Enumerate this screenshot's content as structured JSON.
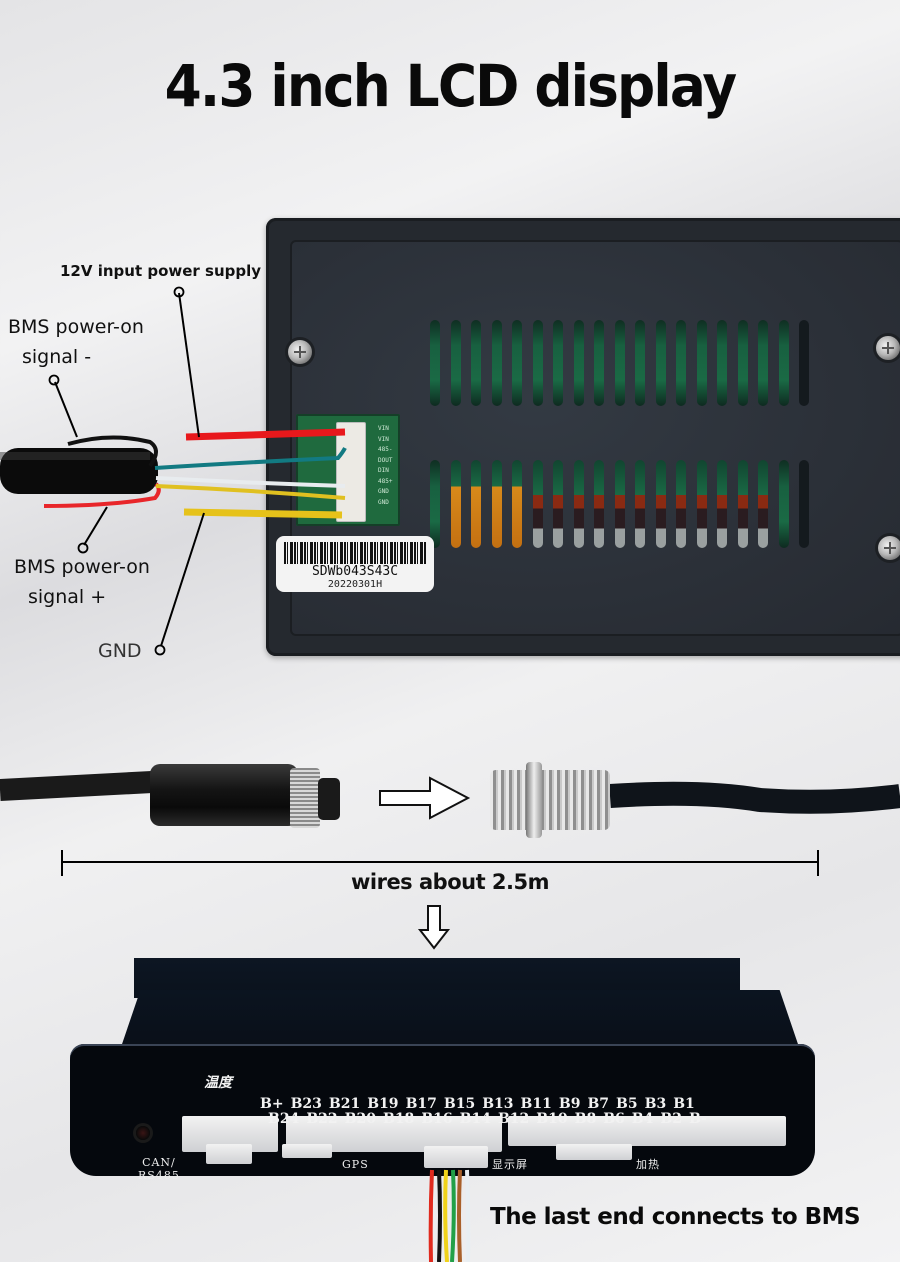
{
  "title": "4.3 inch LCD display",
  "callouts": {
    "power_supply": "12V input power supply",
    "bms_signal_minus_line1": "BMS power-on",
    "bms_signal_minus_line2": "signal -",
    "bms_signal_plus_line1": "BMS power-on",
    "bms_signal_plus_line2": "signal +",
    "gnd": "GND"
  },
  "lcd_device": {
    "connector_pins": [
      "VIN",
      "VIN",
      "485-",
      "DOUT",
      "DIN",
      "485+",
      "GND",
      "GND"
    ],
    "label_model": "SDWb043S43C",
    "label_date": "20220301H",
    "wire_colors": {
      "power": "#e8181c",
      "signal_minus": "#111111",
      "signal_plus": "#e8262a",
      "gnd": "#e6c21a",
      "data1": "#127a82",
      "data2": "#e8ecef",
      "data3": "#e0c020"
    }
  },
  "cable": {
    "length_label": "wires about 2.5m"
  },
  "bms_board": {
    "temp_label": "温度",
    "top_row": [
      "B+",
      "B23",
      "B21",
      "B19",
      "B17",
      "B15",
      "B13",
      "B11",
      "B9",
      "B7",
      "B5",
      "B3",
      "B1"
    ],
    "bottom_row": [
      "B24",
      "B22",
      "B20",
      "B18",
      "B16",
      "B14",
      "B12",
      "B10",
      "B8",
      "B6",
      "B4",
      "B2",
      "B-"
    ],
    "port_can": "CAN/",
    "port_rs485": "RS485",
    "port_gps": "GPS",
    "port_display": "显示屏",
    "port_heating": "加热",
    "wire_colors": [
      "#e02a1e",
      "#111111",
      "#f0d21a",
      "#22a048",
      "#a8602a",
      "#e8eef2"
    ]
  },
  "footer_text": "The last end connects to BMS"
}
